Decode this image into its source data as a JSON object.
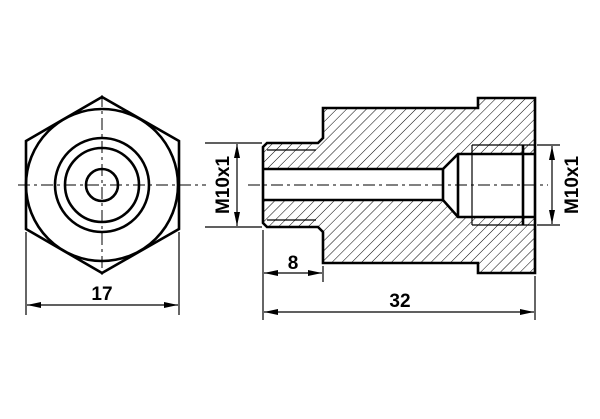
{
  "drawing": {
    "dimensions": {
      "hex_across_flats": "17",
      "inlet_thread": "M10x1",
      "outlet_thread": "M10x1",
      "spigot_length": "8",
      "overall_length": "32"
    },
    "colors": {
      "line": "#000000",
      "background": "#ffffff"
    }
  }
}
